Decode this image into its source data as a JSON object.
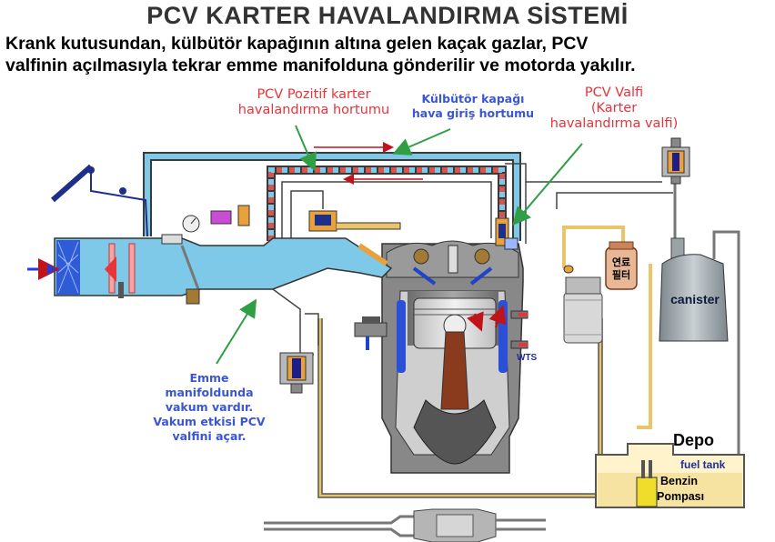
{
  "title": "PCV KARTER HAVALANDIRMA SİSTEMİ",
  "subtitle_line1": "Krank kutusundan, külbütör kapağının altına gelen kaçak gazlar, PCV",
  "subtitle_line2": "valfinin açılmasıyla tekrar emme manifolduna gönderilir ve motorda yakılır.",
  "labels": {
    "pcv_hose_1": "PCV Pozitif karter",
    "pcv_hose_2": "havalandırma hortumu",
    "rocker_1": "Külbütör kapağı",
    "rocker_2": "hava giriş hortumu",
    "valve_1": "PCV Valfi",
    "valve_2": "(Karter",
    "valve_3": "havalandırma valfi)",
    "vacuum_1": "Emme",
    "vacuum_2": "manifoldunda",
    "vacuum_3": "vakum vardır.",
    "vacuum_4": "Vakum etkisi PCV",
    "vacuum_5": "valfini açar.",
    "canister": "canister",
    "depo": "Depo",
    "fuel_tank": "fuel tank",
    "pump_1": "Benzin",
    "pump_2": "Pompası",
    "filter_1": "연료",
    "filter_2": "필터",
    "wts": "WTS"
  },
  "colors": {
    "title": "#333333",
    "red_label": "#e8333a",
    "blue_label": "#3a55d6",
    "hose_blue": "#7ec8e8",
    "hose_red": "#d9534f",
    "arrow_green": "#2f9e44",
    "fuel_line": "#e8c56a",
    "engine_gray": "#8a8a8a",
    "canister_gray": "#9aa3a8"
  }
}
